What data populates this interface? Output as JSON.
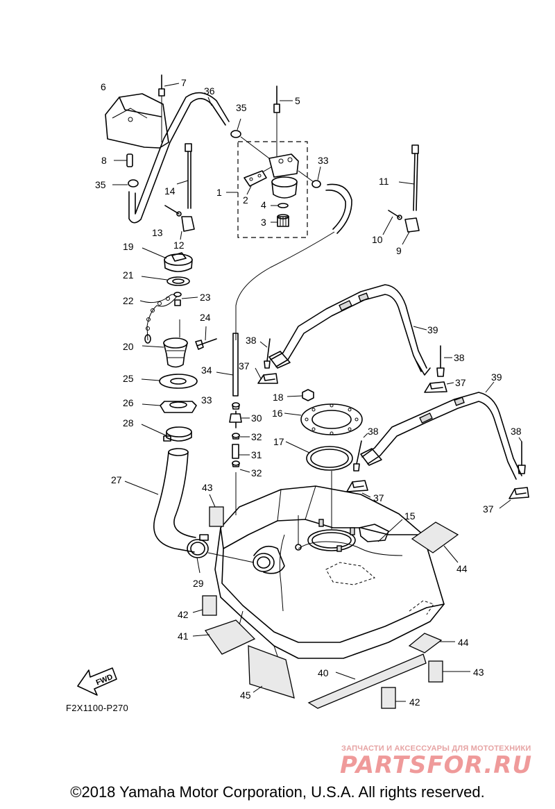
{
  "callouts": [
    "1",
    "2",
    "3",
    "4",
    "5",
    "6",
    "7",
    "8",
    "9",
    "10",
    "11",
    "12",
    "13",
    "14",
    "15",
    "16",
    "17",
    "18",
    "19",
    "20",
    "21",
    "22",
    "23",
    "24",
    "25",
    "26",
    "27",
    "28",
    "29",
    "30",
    "31",
    "32",
    "33",
    "34",
    "35",
    "36",
    "37",
    "38",
    "39",
    "40",
    "41",
    "42",
    "43",
    "44",
    "45"
  ],
  "fwd_label": "FWD",
  "drawing_code": "F2X1100-P270",
  "watermark": {
    "subtitle": "ЗАПЧАСТИ И АКСЕССУАРЫ ДЛЯ МОТОТЕХНИКИ",
    "logo": "PARTSFOR.RU"
  },
  "copyright": "©2018 Yamaha Motor Corporation, U.S.A. All rights reserved."
}
